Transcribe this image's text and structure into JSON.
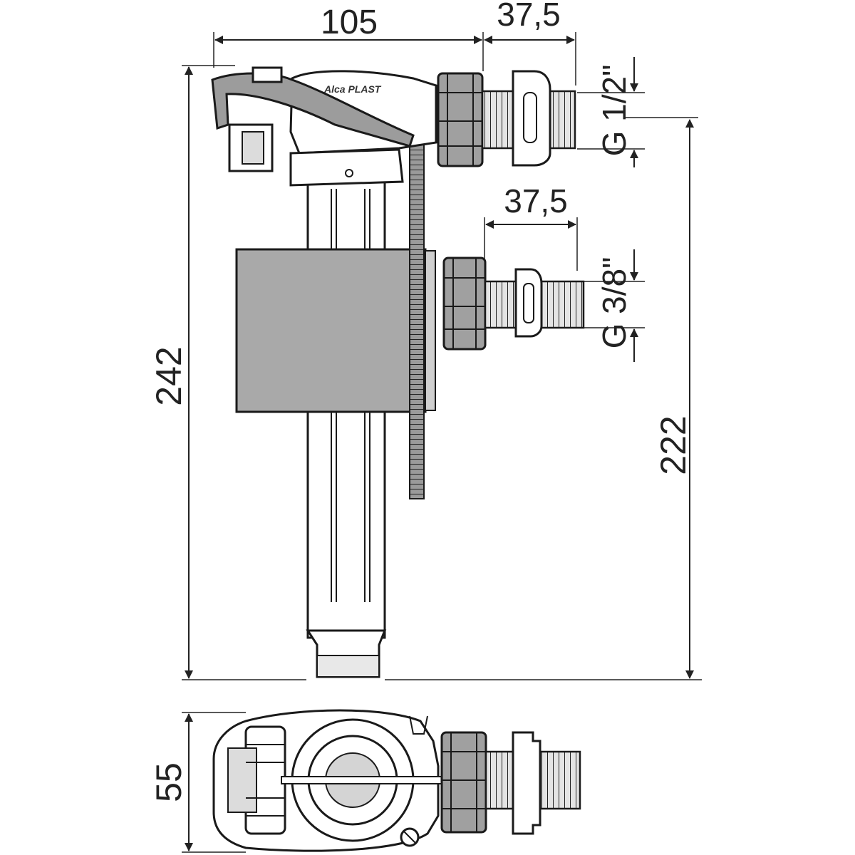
{
  "brand": {
    "logo": "Alca PLAST"
  },
  "dimensions": {
    "top_width": "105",
    "top_connector_offset": "37,5",
    "middle_connector_offset": "37,5",
    "total_height": "242",
    "inlet_height": "222",
    "depth": "55",
    "top_thread": "G 1/2\"",
    "middle_thread": "G 3/8\""
  }
}
